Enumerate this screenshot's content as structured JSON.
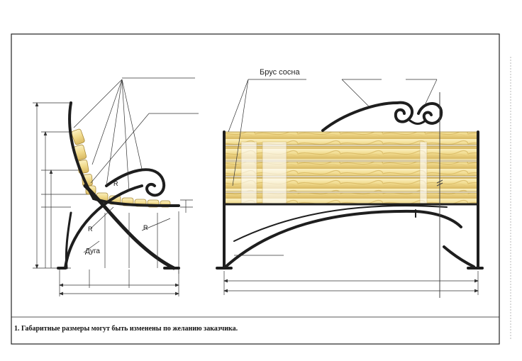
{
  "labels": {
    "brus": "Брус сосна",
    "duga": "Дуга",
    "r1": "R",
    "r2": "R",
    "r3": "R"
  },
  "note": "1. Габаритные размеры могут быть изменены по желанию заказчика.",
  "colors": {
    "wood_light": "#f4e4a3",
    "wood_mid": "#e8cf7a",
    "wood_dark": "#c9a94e",
    "metal": "#1e1e1e",
    "dim_line": "#333333"
  }
}
